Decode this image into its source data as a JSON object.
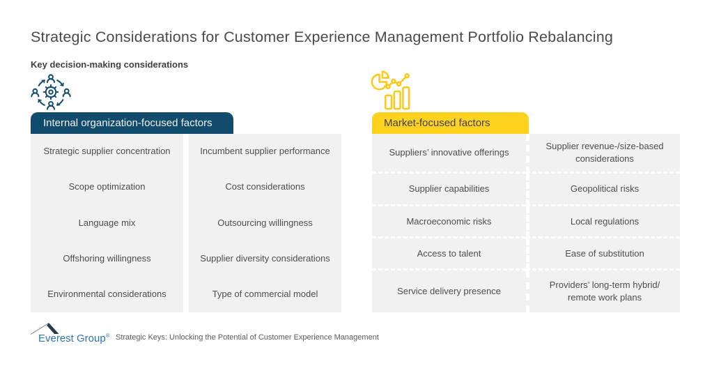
{
  "page": {
    "title": "Strategic Considerations for Customer Experience Management Portfolio Rebalancing",
    "subtitle": "Key decision-making considerations"
  },
  "colors": {
    "navy": "#114C6D",
    "yellow": "#FFD21E",
    "icon_yellow": "#FFC716",
    "cell_bg": "#F1F1F2",
    "title_text": "#4A4A4A",
    "cell_text": "#4D4D4D",
    "logo_blue": "#2E74B5",
    "tagline_gray": "#595959"
  },
  "internal": {
    "icon": "people-gear-cycle-icon",
    "header": "Internal organization-focused factors",
    "items_col1": [
      "Strategic supplier concentration",
      "Scope optimization",
      "Language mix",
      "Offshoring willingness",
      "Environmental considerations"
    ],
    "items_col2": [
      "Incumbent supplier performance",
      "Cost considerations",
      "Outsourcing willingness",
      "Supplier diversity considerations",
      "Type of commercial model"
    ]
  },
  "market": {
    "icon": "analytics-chart-icon",
    "header": "Market-focused factors",
    "items_col1": [
      "Suppliers’ innovative offerings",
      "Supplier capabilities",
      "Macroeconomic risks",
      "Access to talent",
      "Service delivery presence"
    ],
    "items_col2": [
      "Supplier revenue-/size-based considerations",
      "Geopolitical risks",
      "Local regulations",
      "Ease of substitution",
      "Providers’ long-term hybrid/ remote work plans"
    ]
  },
  "footer": {
    "logo_text": "Everest Group",
    "registered": "®",
    "tagline": "Strategic Keys: Unlocking the Potential of Customer Experience Management"
  }
}
